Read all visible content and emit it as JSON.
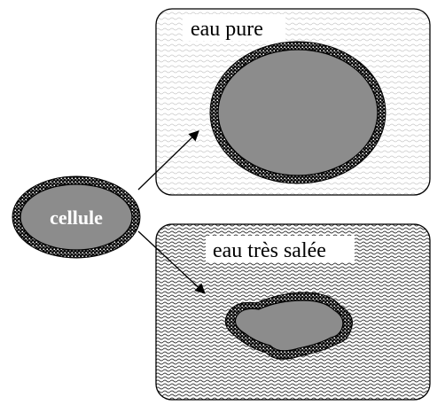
{
  "diagram": {
    "cell_label": "cellule",
    "pure_water_label": "eau pure",
    "salty_water_label": "eau très salée"
  },
  "colors": {
    "cell_fill": "#8c8c8c",
    "membrane": "#000000",
    "background": "#ffffff"
  }
}
